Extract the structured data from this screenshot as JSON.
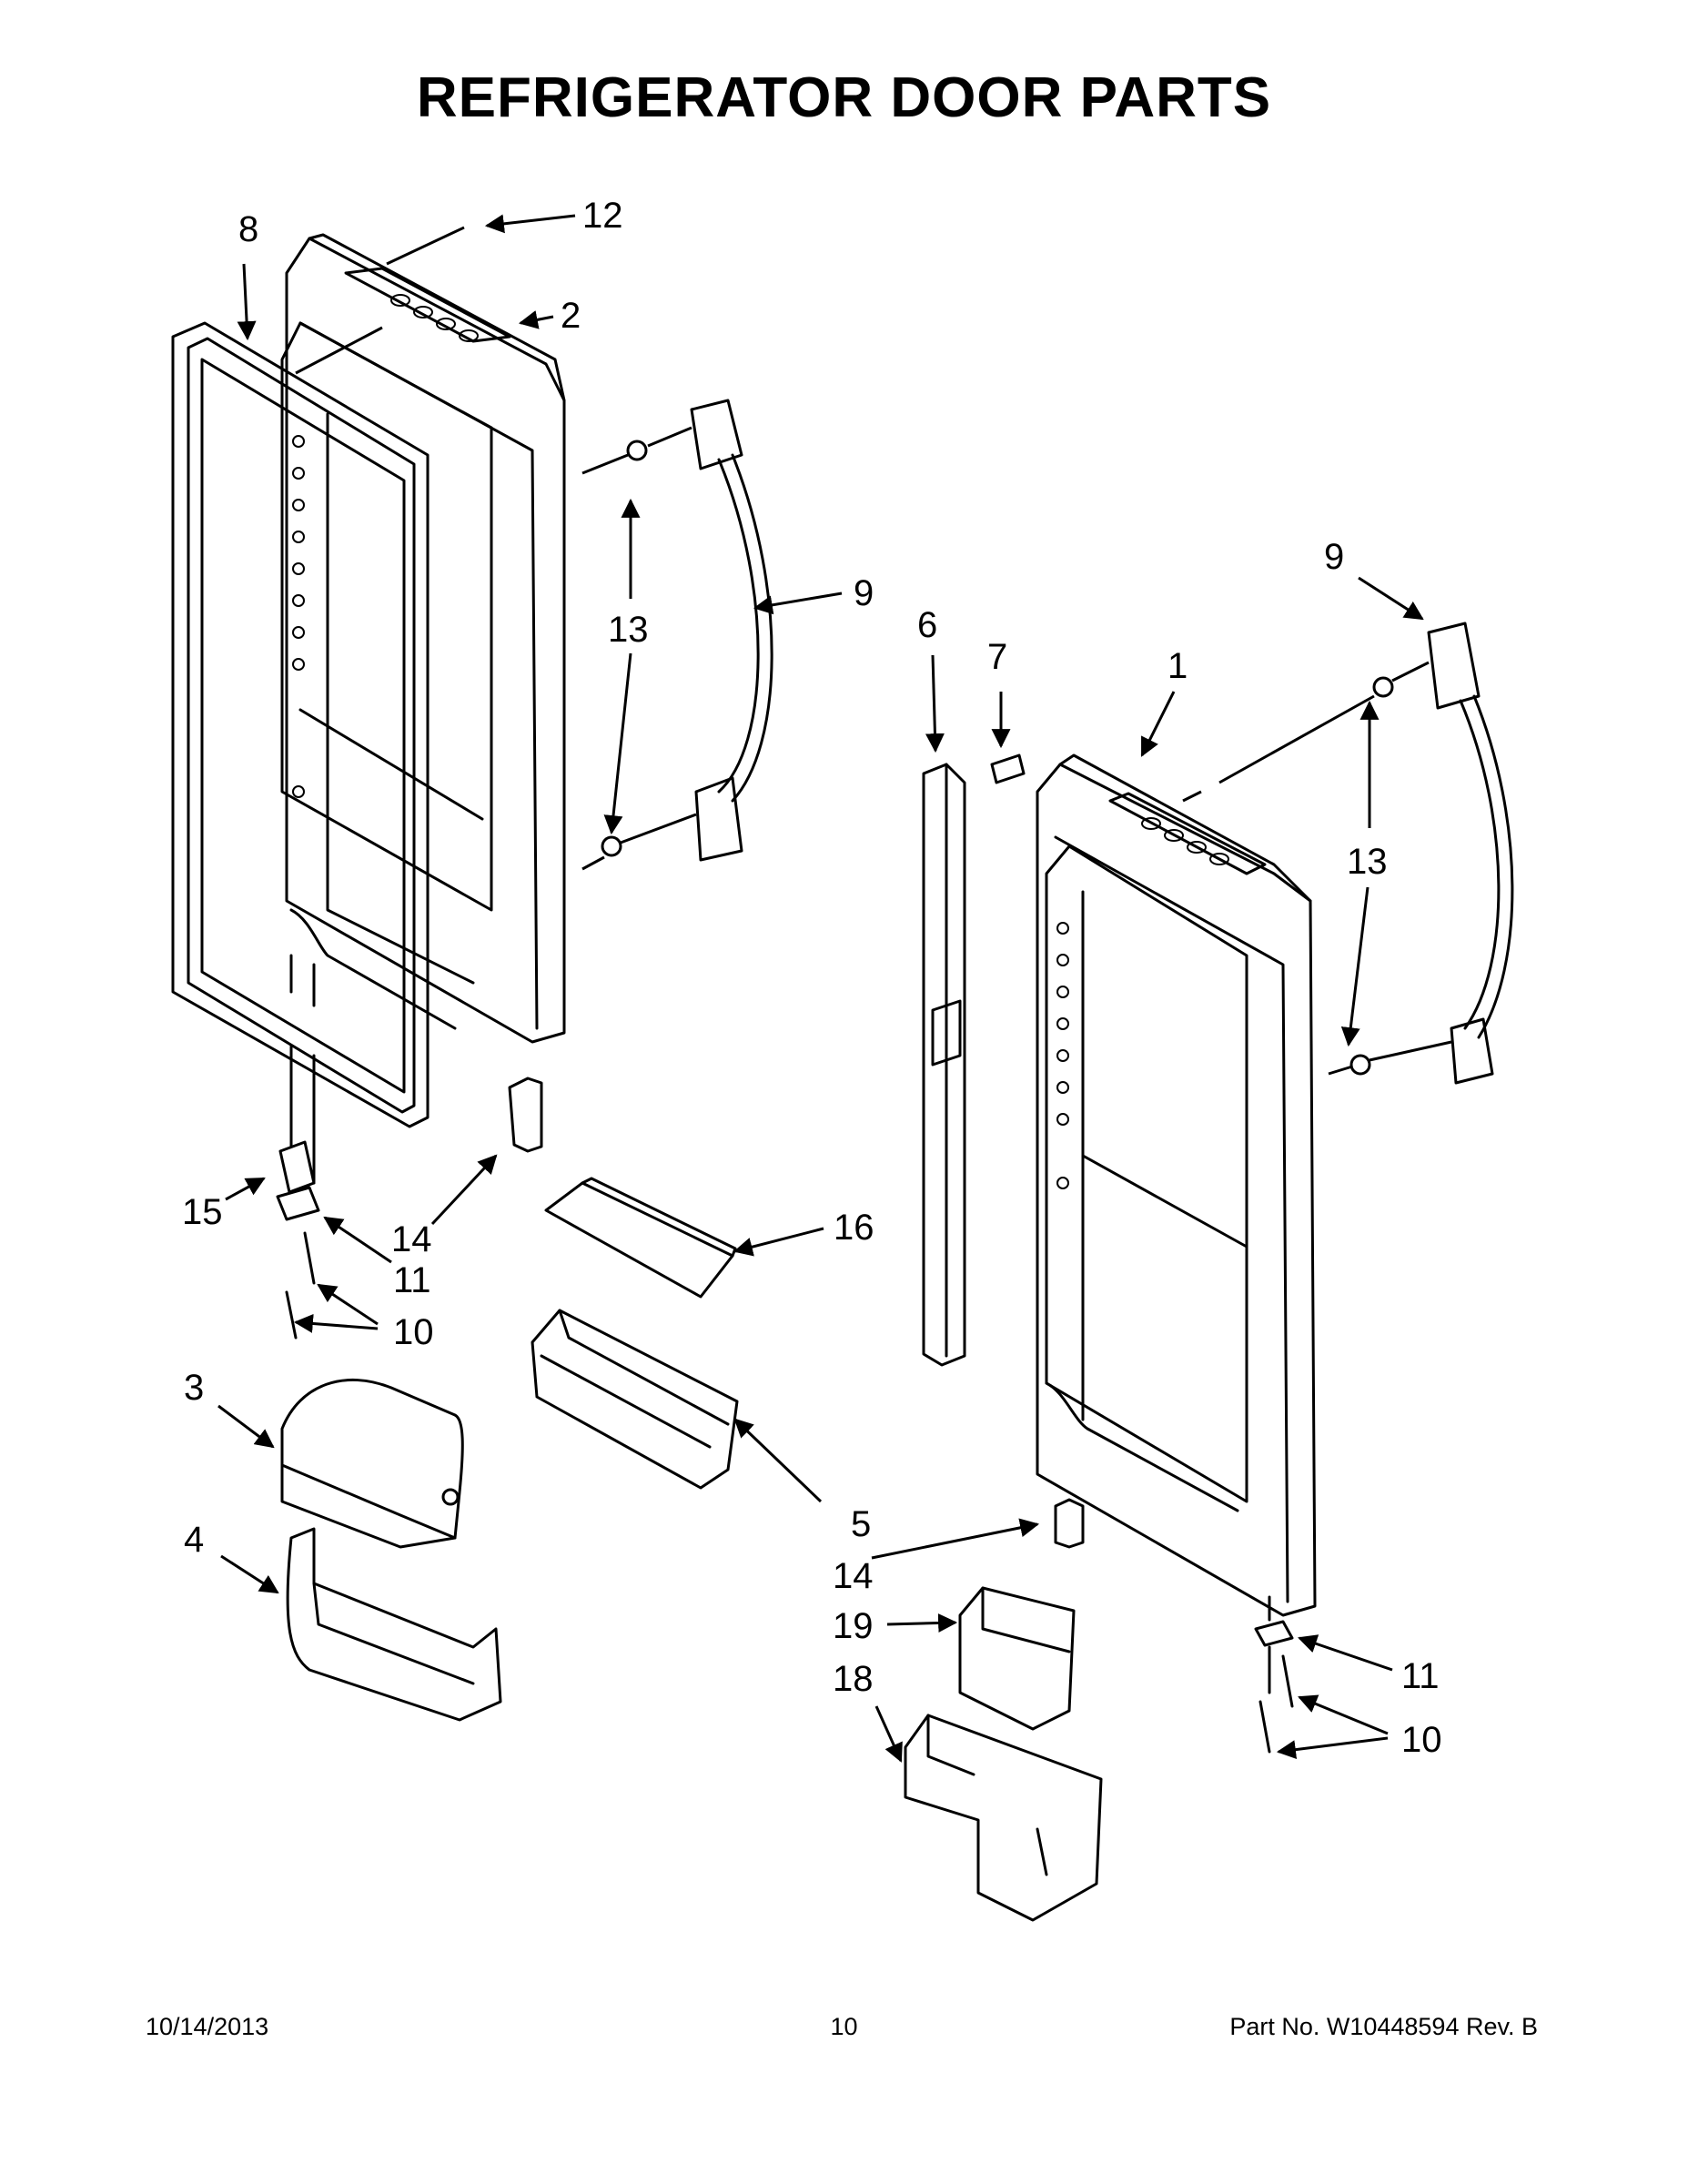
{
  "title": "REFRIGERATOR DOOR PARTS",
  "callouts": [
    {
      "id": "c8",
      "text": "8"
    },
    {
      "id": "c12",
      "text": "12"
    },
    {
      "id": "c2",
      "text": "2"
    },
    {
      "id": "c9a",
      "text": "9"
    },
    {
      "id": "c13a",
      "text": "13"
    },
    {
      "id": "c6",
      "text": "6"
    },
    {
      "id": "c7",
      "text": "7"
    },
    {
      "id": "c1",
      "text": "1"
    },
    {
      "id": "c9b",
      "text": "9"
    },
    {
      "id": "c13b",
      "text": "13"
    },
    {
      "id": "c15",
      "text": "15"
    },
    {
      "id": "c14a",
      "text": "14"
    },
    {
      "id": "c16",
      "text": "16"
    },
    {
      "id": "c11a",
      "text": "11"
    },
    {
      "id": "c10a",
      "text": "10"
    },
    {
      "id": "c3",
      "text": "3"
    },
    {
      "id": "c5",
      "text": "5"
    },
    {
      "id": "c4",
      "text": "4"
    },
    {
      "id": "c14b",
      "text": "14"
    },
    {
      "id": "c19",
      "text": "19"
    },
    {
      "id": "c18",
      "text": "18"
    },
    {
      "id": "c11b",
      "text": "11"
    },
    {
      "id": "c10b",
      "text": "10"
    }
  ],
  "footer": {
    "date": "10/14/2013",
    "page": "10",
    "part_number": "Part No.  W10448594  Rev.  B"
  }
}
